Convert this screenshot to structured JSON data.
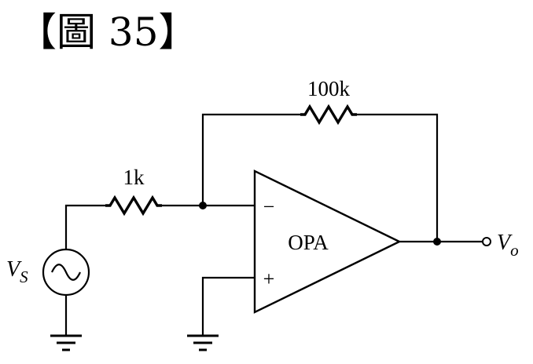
{
  "figure": {
    "title": "【圖 35】"
  },
  "circuit": {
    "feedback_resistor": {
      "label": "100k"
    },
    "input_resistor": {
      "label": "1k"
    },
    "opamp": {
      "label": "OPA",
      "inverting_sign": "−",
      "noninverting_sign": "+"
    },
    "source": {
      "label_main": "V",
      "label_sub": "S"
    },
    "output": {
      "label_main": "V",
      "label_sub": "o"
    }
  }
}
